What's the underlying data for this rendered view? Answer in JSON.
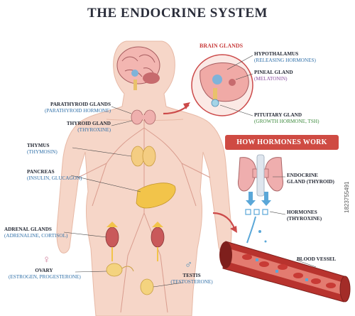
{
  "title": "THE ENDOCRINE SYSTEM",
  "brain_glands_title": "BRAIN GLANDS",
  "how_hormones_work": "HOW HORMONES WORK",
  "labels": {
    "parathyroid": {
      "name": "PARATHYROID GLANDS",
      "sub": "(PARATHYROID HORMONE)"
    },
    "thyroid": {
      "name": "THYROID GLAND",
      "sub": "(THYROXINE)"
    },
    "thymus": {
      "name": "THYMUS",
      "sub": "(THYMOSIN)"
    },
    "pancreas": {
      "name": "PANCREAS",
      "sub": "(INSULIN, GLUCAGON)"
    },
    "adrenal": {
      "name": "ADRENAL GLANDS",
      "sub": "(ADRENALINE, CORTISOL)"
    },
    "ovary": {
      "name": "OVARY",
      "sub": "(ESTROGEN, PROGESTERONE)"
    },
    "testis": {
      "name": "TESTIS",
      "sub": "(TESTOSTERONE)"
    },
    "hypothalamus": {
      "name": "HYPOTHALAMUS",
      "sub": "(RELEASING HORMONES)"
    },
    "pineal": {
      "name": "PINEAL GLAND",
      "sub": "(MELATONIN)"
    },
    "pituitary": {
      "name": "PITUITARY GLAND",
      "sub": "(GROWTH HORMONE, TSH)"
    },
    "endocrine_gland": {
      "name": "ENDOCRINE",
      "name2": "GLAND (THYROID)"
    },
    "hormones": {
      "name": "HORMONES",
      "sub": "(THYROXINE)"
    },
    "blood_vessel": {
      "name": "BLOOD VESSEL"
    }
  },
  "symbols": {
    "female": "♀",
    "male": "♂"
  },
  "stock_id": "1823755491",
  "colors": {
    "body_fill": "#f5d3c4",
    "vessel_red": "#c0392b",
    "accent_red": "#cf4b43",
    "gland_pink": "#efb0ae",
    "gland_yellow": "#f2c44a",
    "hormone_blue": "#5aa7d8"
  }
}
